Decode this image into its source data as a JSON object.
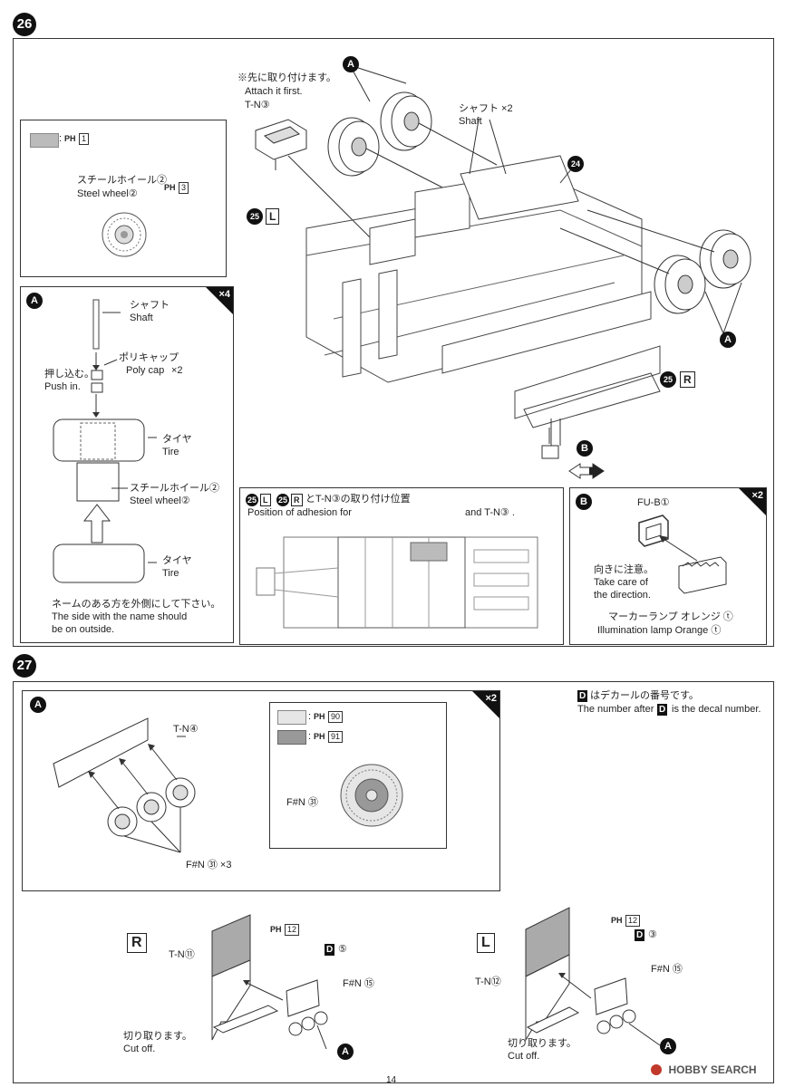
{
  "steps": {
    "s26": "26",
    "s27": "27"
  },
  "callouts": {
    "A": "A",
    "B": "B",
    "L": "L",
    "R": "R",
    "D": "D",
    "ref24": "24",
    "ref25": "25"
  },
  "paint_top": {
    "swatch_label": ": ",
    "p_symbol": "PH",
    "code": "1"
  },
  "steel_wheel": {
    "jp": "スチールホイール②",
    "en": "Steel wheel②",
    "code": "3"
  },
  "main26": {
    "note_jp": "※先に取り付けます。",
    "note_en": "Attach it first.",
    "tn3": "T-N③",
    "shaft_jp": "シャフト ×2",
    "shaft_en": "Shaft"
  },
  "boxA": {
    "mult": "×4",
    "shaft_jp": "シャフト",
    "shaft_en": "Shaft",
    "polycap_jp": "ポリキャップ",
    "polycap_en": "Poly cap",
    "polycap_mult": "×2",
    "push_jp": "押し込む。",
    "push_en": "Push in.",
    "tire_jp": "タイヤ",
    "tire_en": "Tire",
    "wheel_jp": "スチールホイール②",
    "wheel_en": "Steel wheel②",
    "tire2_jp": "タイヤ",
    "tire2_en": "Tire",
    "name_jp": "ネームのある方を外側にして下さい。",
    "name_en1": "The side with the name should",
    "name_en2": "be on outside."
  },
  "adhesion": {
    "line1_mid": "とT-N③の取り付け位置",
    "line2_a": "Position of adhesion for",
    "line2_b": "and T-N③ ."
  },
  "boxB": {
    "mult": "×2",
    "fub": "FU-B①",
    "care_jp": "向きに注意。",
    "care_en1": "Take care of",
    "care_en2": "the direction.",
    "lamp_jp": "マーカーランプ オレンジ ⓣ",
    "lamp_en": "Illumination lamp Orange ⓣ"
  },
  "decal_note": {
    "jp": "はデカールの番号です。",
    "en_a": "The number after",
    "en_b": "is the decal number."
  },
  "s27A": {
    "mult": "×2",
    "tn4": "T-N④",
    "fn51x3": "F#N ㉛ ×3",
    "p90": "90",
    "p91": "91",
    "fn51": "F#N ㉛"
  },
  "s27R": {
    "p12": "12",
    "tn11": "T-N⑪",
    "d5": "⑤",
    "fn15": "F#N ⑮",
    "cut_jp": "切り取ります。",
    "cut_en": "Cut off."
  },
  "s27L": {
    "p12": "12",
    "tn12": "T-N⑫",
    "d3": "③",
    "fn15": "F#N ⑮",
    "cut_jp": "切り取ります。",
    "cut_en": "Cut off."
  },
  "brand": {
    "logo": "HOBBY SEARCH"
  },
  "page_number": "14"
}
